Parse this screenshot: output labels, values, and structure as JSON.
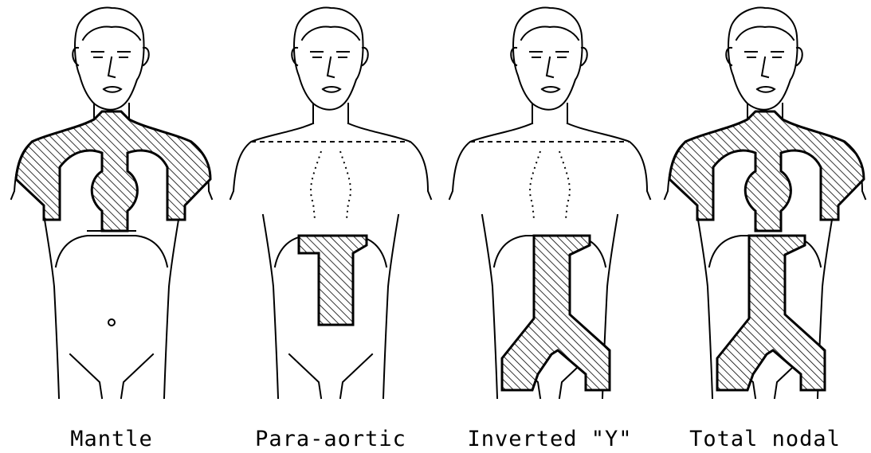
{
  "figures": [
    {
      "label": "Mantle"
    },
    {
      "label": "Para-aortic"
    },
    {
      "label": "Inverted \"Y\""
    },
    {
      "label": "Total nodal"
    }
  ]
}
